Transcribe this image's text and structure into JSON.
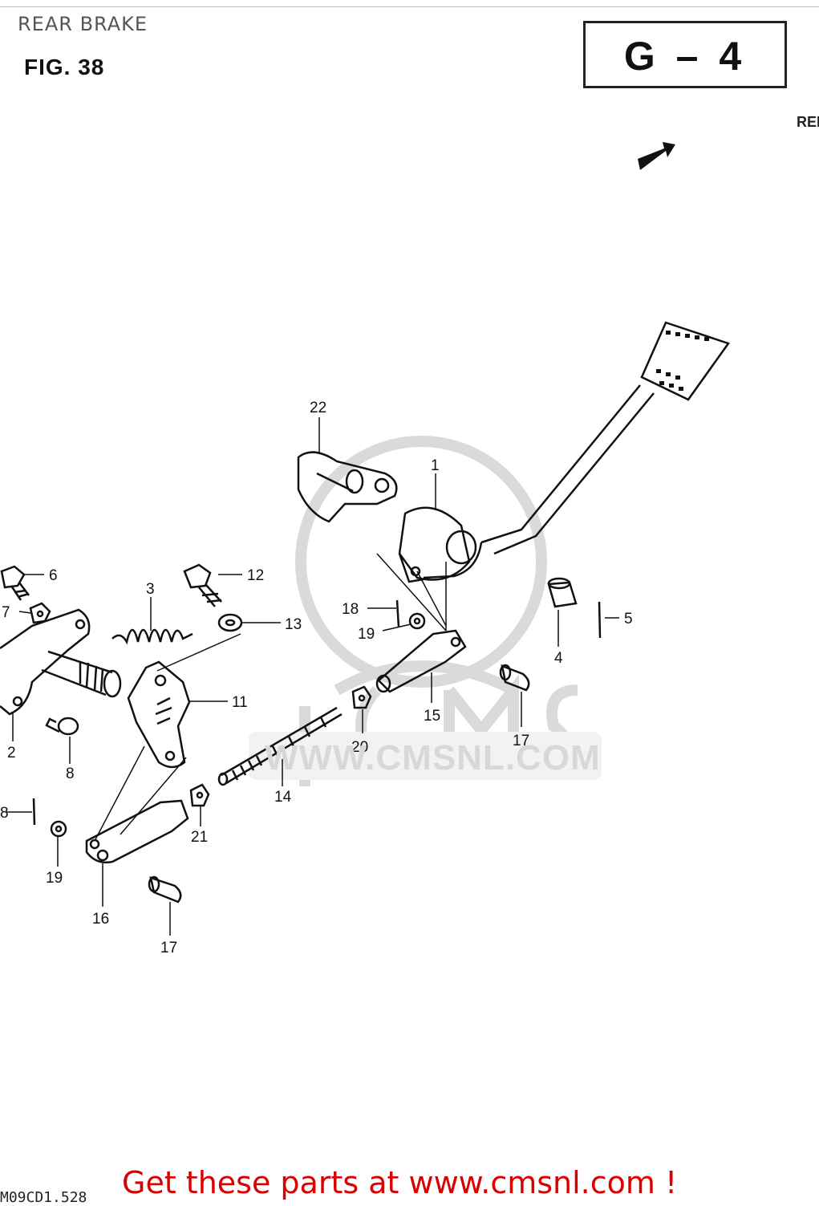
{
  "page": {
    "title": "REAR BRAKE",
    "figure_label": "FIG. 38",
    "group_code": "G – 4",
    "edge_text": "REI",
    "watermark_site": "WWW.CMSNL.COM",
    "footer_text": "Get these parts at www.cmsnl.com !",
    "bottom_code": "M09CD1.528"
  },
  "callouts": [
    {
      "id": "c22",
      "label": "22"
    },
    {
      "id": "c1",
      "label": "1"
    },
    {
      "id": "c6",
      "label": "6"
    },
    {
      "id": "c7",
      "label": "7"
    },
    {
      "id": "c3",
      "label": "3"
    },
    {
      "id": "c12",
      "label": "12"
    },
    {
      "id": "c13",
      "label": "13"
    },
    {
      "id": "c18",
      "label": "18"
    },
    {
      "id": "c19a",
      "label": "19"
    },
    {
      "id": "c4",
      "label": "4"
    },
    {
      "id": "c5",
      "label": "5"
    },
    {
      "id": "c11",
      "label": "11"
    },
    {
      "id": "c2",
      "label": "2"
    },
    {
      "id": "c8a",
      "label": "8"
    },
    {
      "id": "c20",
      "label": "20"
    },
    {
      "id": "c15",
      "label": "15"
    },
    {
      "id": "c17a",
      "label": "17"
    },
    {
      "id": "c14",
      "label": "14"
    },
    {
      "id": "c8b",
      "label": "8"
    },
    {
      "id": "c21",
      "label": "21"
    },
    {
      "id": "c19b",
      "label": "19"
    },
    {
      "id": "c16",
      "label": "16"
    },
    {
      "id": "c17b",
      "label": "17"
    }
  ]
}
